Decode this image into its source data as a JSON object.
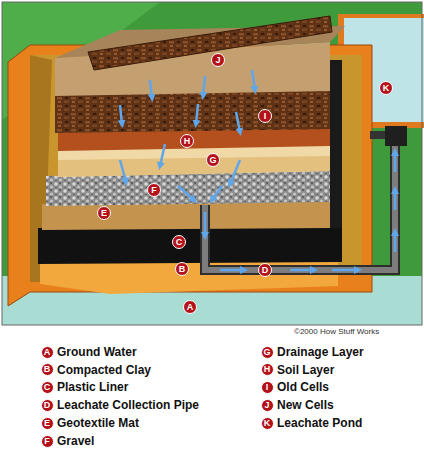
{
  "diagram": {
    "labels": [
      "A",
      "B",
      "C",
      "D",
      "E",
      "F",
      "G",
      "H",
      "I",
      "J",
      "K",
      "©2000 How Stuff Works",
      "A",
      "B",
      "C",
      "D",
      "E",
      "F",
      "G",
      "H",
      "I",
      "J",
      "K"
    ],
    "legend": [
      {
        "text": "Ground Water"
      },
      {
        "text": "Compacted Clay"
      },
      {
        "text": "Plastic Liner"
      },
      {
        "text": "Leachate Collection Pipe"
      },
      {
        "text": "Geotextile Mat"
      },
      {
        "text": "Gravel"
      },
      {
        "text": "Drainage Layer"
      },
      {
        "text": "Soil Layer"
      },
      {
        "text": "Old Cells"
      },
      {
        "text": "New Cells"
      },
      {
        "text": "Leachate Pond"
      }
    ]
  }
}
